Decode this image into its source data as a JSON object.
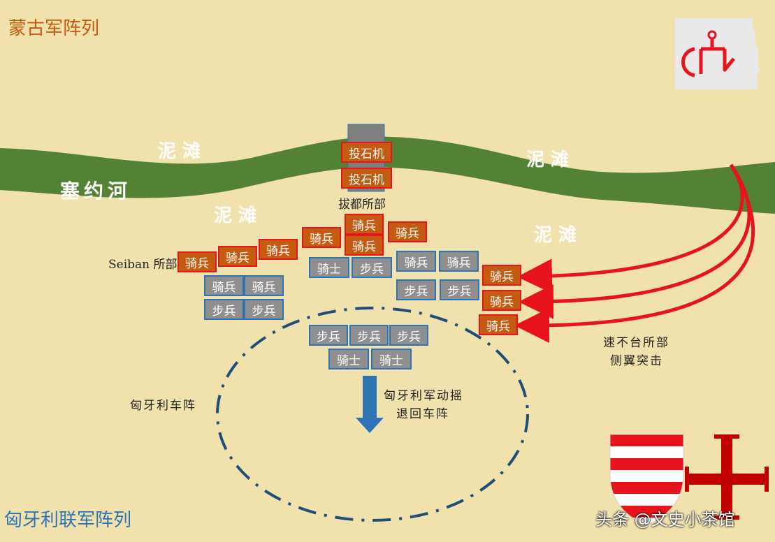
{
  "titles": {
    "mongol_order": "蒙古军阵列",
    "hungary_order": "匈牙利联军阵列"
  },
  "terrain": {
    "river": "塞约河",
    "mud": "泥 滩"
  },
  "labels": {
    "batu": "拔都所部",
    "seiban": "Seiban 所部",
    "subutai_line1": "速不台所部",
    "subutai_line2": "侧翼突击",
    "wagon_fort": "匈牙利车阵",
    "retreat_line1": "匈牙利军动摇",
    "retreat_line2": "退回车阵",
    "watermark": "头条 @文史小茶馆"
  },
  "units": {
    "catapult": "投石机",
    "cavalry": "骑兵",
    "knight": "骑士",
    "infantry": "步兵"
  },
  "colors": {
    "background": "#f1e2ad",
    "river": "#548235",
    "mongol_fill": "#c55a11",
    "mongol_border": "#e8141b",
    "hungary_fill": "#8f8f8f",
    "hungary_border": "#2e74b5",
    "arrow_red": "#e8141b",
    "arrow_blue": "#2e74b5",
    "mongol_title": "#c55a11",
    "hungary_title": "#2e74b5"
  },
  "icons": [
    "mongol-tamga-icon",
    "hungary-shield-icon",
    "templar-cross-icon",
    "flank-arrow-icon",
    "retreat-arrow-icon"
  ]
}
